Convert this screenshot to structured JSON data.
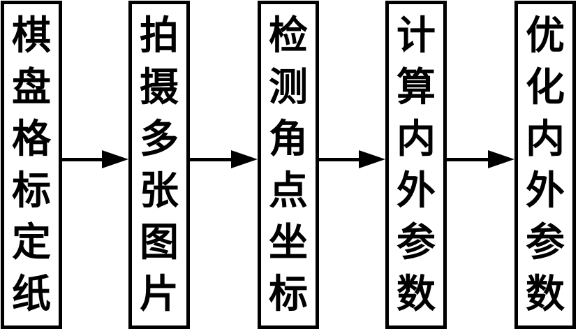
{
  "steps": [
    {
      "label": "棋盘格标定纸",
      "chars": [
        "棋",
        "盘",
        "格",
        "标",
        "定",
        "纸"
      ]
    },
    {
      "label": "拍摄多张图片",
      "chars": [
        "拍",
        "摄",
        "多",
        "张",
        "图",
        "片"
      ]
    },
    {
      "label": "检测角点坐标",
      "chars": [
        "检",
        "测",
        "角",
        "点",
        "坐",
        "标"
      ]
    },
    {
      "label": "计算内外参数",
      "chars": [
        "计",
        "算",
        "内",
        "外",
        "参",
        "数"
      ]
    },
    {
      "label": "优化内外参数",
      "chars": [
        "优",
        "化",
        "内",
        "外",
        "参",
        "数"
      ]
    }
  ]
}
